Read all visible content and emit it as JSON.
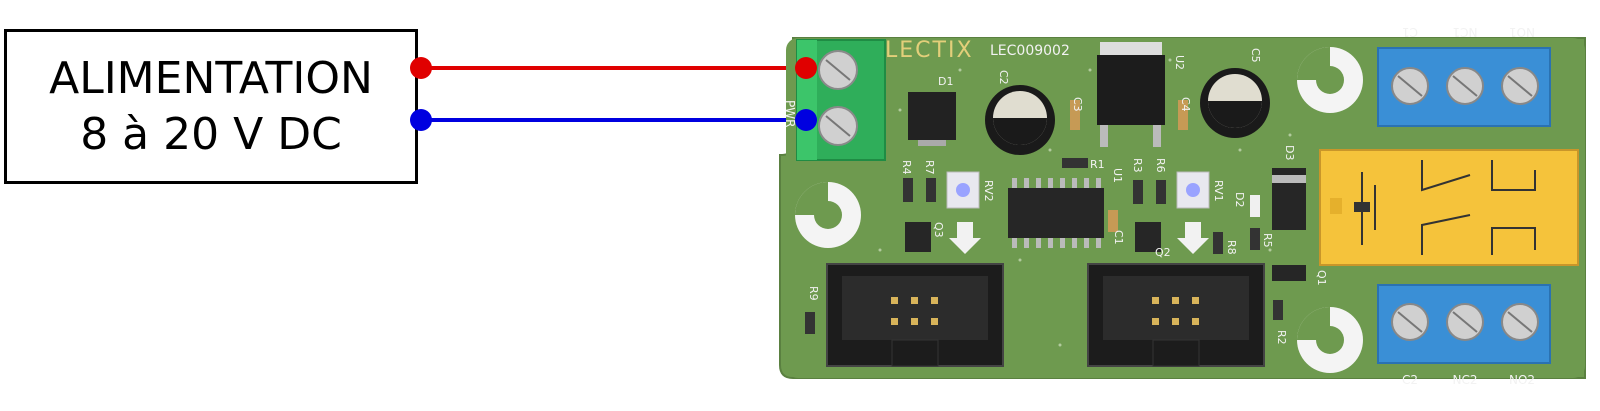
{
  "supply": {
    "line1": "ALIMENTATION",
    "line2": "8 à 20 V DC"
  },
  "board": {
    "brand": "LECTIX",
    "ref": "LEC009002",
    "pwr": "PWR",
    "components": {
      "d1": "D1",
      "c2": "C2",
      "u2": "U2",
      "c5": "C5",
      "c3": "C3",
      "c4": "C4",
      "r1": "R1",
      "r3": "R3",
      "r6": "R6",
      "r4": "R4",
      "r7": "R7",
      "rv2": "RV2",
      "rv1": "RV1",
      "u1": "U1",
      "d2": "D2",
      "d3": "D3",
      "q3": "Q3",
      "c1": "C1",
      "q2": "Q2",
      "r8": "R8",
      "r5": "R5",
      "q1": "Q1",
      "r9": "R9",
      "r2": "R2"
    },
    "relay_top": {
      "t1": "C1",
      "t2": "NC1",
      "t3": "NO1"
    },
    "relay_bottom": {
      "t1": "C2",
      "t2": "NC2",
      "t3": "NO2"
    }
  },
  "colors": {
    "positive_wire": "#e00000",
    "negative_wire": "#0000e0",
    "pcb": "#6e9a4f",
    "pwr_terminal": "#2fae5a",
    "relay_terminal": "#3a8fd6",
    "relay_body": "#f5c33b"
  }
}
